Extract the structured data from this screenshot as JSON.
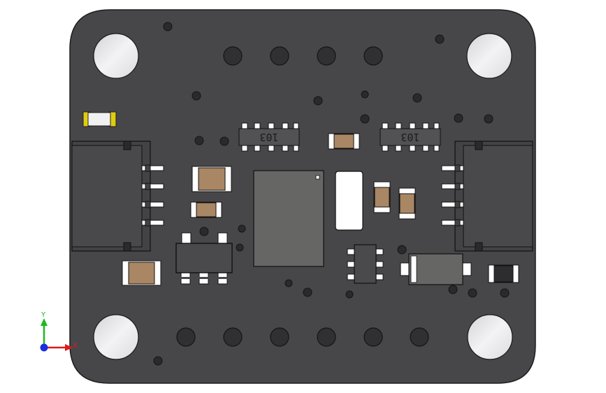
{
  "board": {
    "resistor_network_left_marking": "103",
    "resistor_network_right_marking": "103",
    "colors": {
      "board": "#47474a",
      "board_edge": "#1e1e20",
      "hole_fill": "#e9e9ec",
      "via_fill": "#2a2a2d",
      "capacitor_body": "#a98664",
      "pad_fill": "#ffffff",
      "chip_body": "#666665",
      "connector_body": "#434345",
      "led_body": "#f1f1f1",
      "led_pad": "#e0cc10"
    }
  },
  "triad": {
    "y_label": "Y",
    "x_label": "X",
    "y_color": "#1fb81f",
    "x_color": "#e01a1a",
    "origin_color": "#1a2ee0"
  }
}
